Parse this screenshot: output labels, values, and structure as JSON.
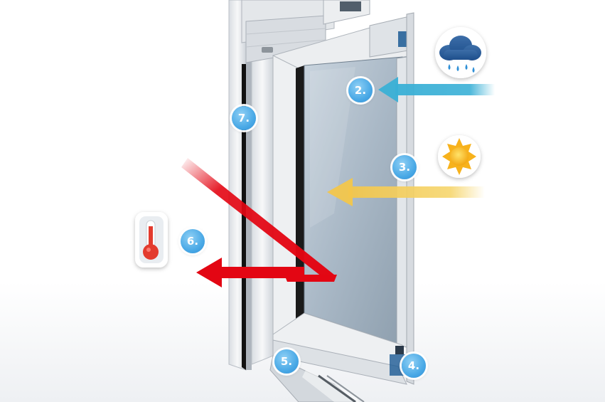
{
  "badges": {
    "b2": "2.",
    "b3": "3.",
    "b4": "4.",
    "b5": "5.",
    "b6": "6.",
    "b7": "7."
  },
  "icons": {
    "rain": "rain-cloud-icon",
    "sun": "sun-icon",
    "thermometer": "thermometer-icon"
  },
  "colors": {
    "badge": "#4aa9e6",
    "rain_arrow": "#3ab0d6",
    "sun_arrow": "#f4cf5a",
    "heat_arrow": "#e30613",
    "glass": "#a9b8c6",
    "frame": "#e9ecef"
  }
}
